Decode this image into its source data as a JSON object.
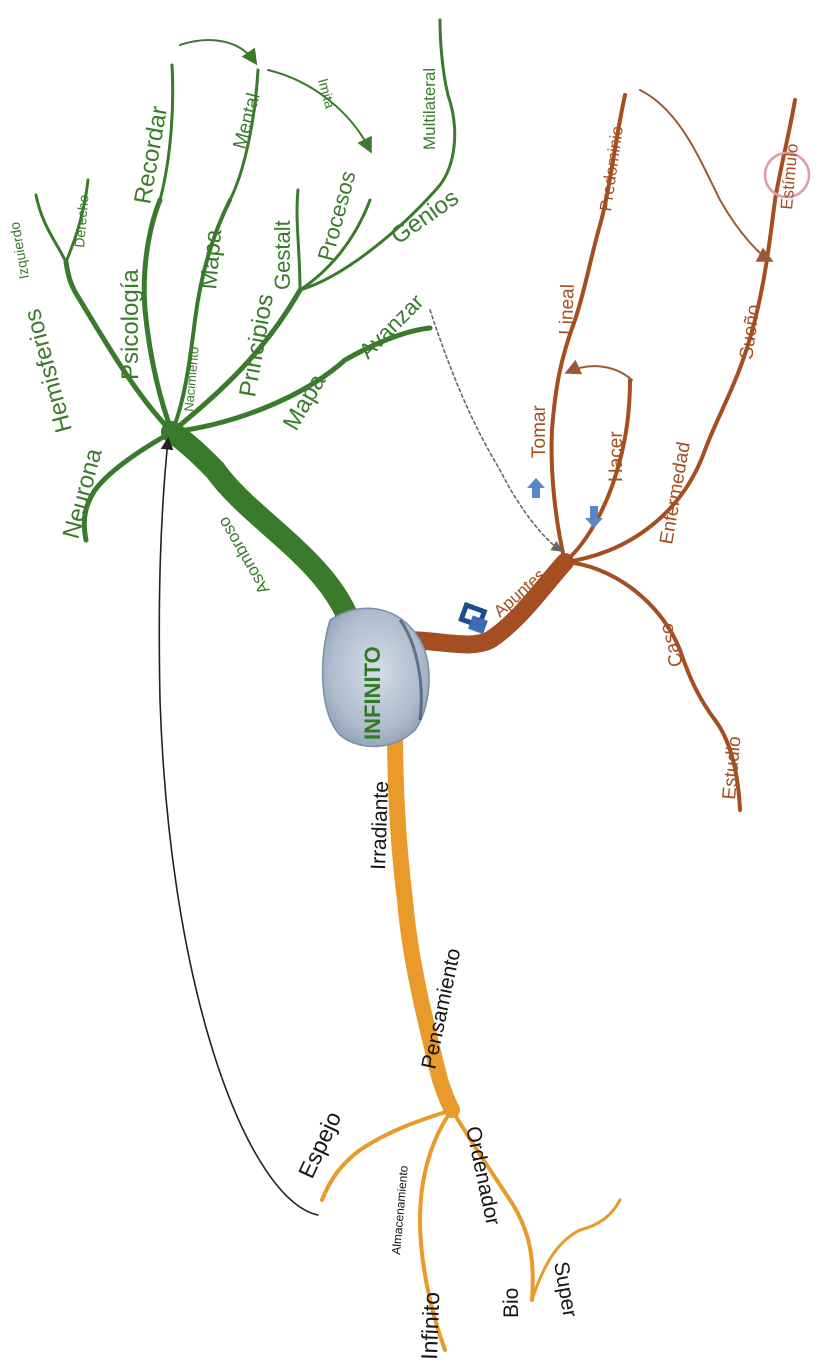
{
  "central": {
    "label": "INFINITO"
  },
  "colors": {
    "green": "#3a7a2c",
    "brown": "#a44e22",
    "orange": "#e89a2a",
    "black": "#151515",
    "center_fill": "#b7c4d4",
    "stimulus_circle": "#e39aa8"
  },
  "green_branch": {
    "main": "Asombroso",
    "neurona": "Neurona",
    "hemisferios": "Hemisferios",
    "derecho": "Derecho",
    "izquierdo": "Izquierdo",
    "psicologia": "Psicología",
    "recordar": "Recordar",
    "nacimiento": "Nacimiento",
    "mapa_1": "Mapa",
    "mental": "Mental",
    "imita": "Imita",
    "principios": "Principios",
    "gestalt": "Gestalt",
    "procesos": "Procesos",
    "genios": "Genios",
    "multilateral": "Multilateral",
    "mapa_2": "Mapa",
    "avanzar": "Avanzar"
  },
  "brown_branch": {
    "main": "Apuntes",
    "tomar": "Tomar",
    "lineal": "Lineal",
    "predominio": "Predominio",
    "hacer": "Hacer",
    "enfermedad": "Enfermedad",
    "sueno": "Sueño",
    "estimulo": "Estímulo",
    "caso": "Caso",
    "estudio": "Estudio"
  },
  "orange_branch": {
    "irradiante": "Irradiante",
    "pensamiento": "Pensamiento",
    "espejo": "Espejo",
    "almacenamiento": "Almacenamiento",
    "infinito": "Infinito",
    "ordenador": "Ordenador",
    "bio": "Bio",
    "super": "Super"
  },
  "icons": [
    "arrow-up-icon",
    "arrow-down-icon",
    "notepad-icon"
  ]
}
